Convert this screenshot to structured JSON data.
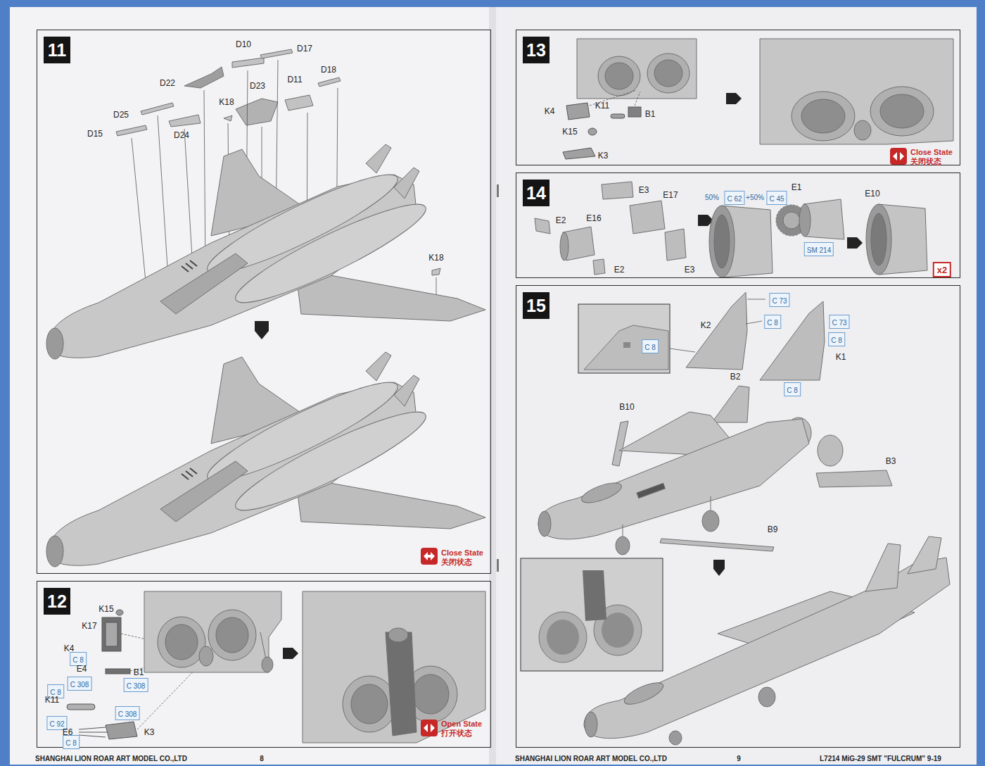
{
  "diagram": {
    "nodes": [
      {
        "text": [
          "11"
        ]
      },
      {
        "text": [
          "12"
        ]
      },
      {
        "text": [
          "13"
        ]
      },
      {
        "text": [
          "14"
        ]
      },
      {
        "text": [
          "15"
        ]
      },
      {
        "text": [
          "C 8"
        ],
        "in": 1
      },
      {
        "text": [
          "C 308"
        ],
        "in": 1
      },
      {
        "text": [
          "C 308"
        ],
        "in": 1
      },
      {
        "text": [
          "C 8"
        ],
        "in": 1
      },
      {
        "text": [
          "C 308"
        ],
        "in": 1
      },
      {
        "text": [
          "C 92"
        ],
        "in": 1
      },
      {
        "text": [
          "C 8"
        ],
        "in": 1
      },
      {
        "text": [
          "C 62"
        ],
        "in": 3
      },
      {
        "text": [
          "C 45"
        ],
        "in": 3
      },
      {
        "text": [
          "SM 214"
        ],
        "in": 3
      },
      {
        "text": [
          "x2"
        ],
        "in": 3
      },
      {
        "text": [
          "C 73"
        ],
        "in": 4
      },
      {
        "text": [
          "C 8"
        ],
        "in": 4
      },
      {
        "text": [
          "C 8"
        ],
        "in": 4
      },
      {
        "text": [
          "C 73"
        ],
        "in": 4
      },
      {
        "text": [
          "C 8"
        ],
        "in": 4
      },
      {
        "text": [
          "C 8"
        ],
        "in": 4
      }
    ],
    "labels": [
      "D10",
      "D17",
      "D22",
      "D18",
      "D23",
      "D11",
      "K18",
      "D25",
      "D24",
      "D15",
      "K18",
      "Close State",
      "关闭状态",
      "K15",
      "K17",
      "K4",
      "E4",
      "B1",
      "K11",
      "E6",
      "K3",
      "Open State",
      "打开状态",
      "K4",
      "K11",
      "B1",
      "K15",
      "K3",
      "Close State",
      "关闭状态",
      "E3",
      "E17",
      "E2",
      "E16",
      "E2",
      "E3",
      "50%",
      "+50%",
      "E1",
      "E10",
      "K2",
      "K1",
      "B2",
      "B10",
      "B3",
      "B9",
      "SHANGHAI LION ROAR ART MODEL CO.,LTD",
      "8",
      "SHANGHAI LION ROAR ART MODEL CO.,LTD",
      "9",
      "L7214 MiG-29 SMT \"FULCRUM\" 9-19"
    ]
  }
}
